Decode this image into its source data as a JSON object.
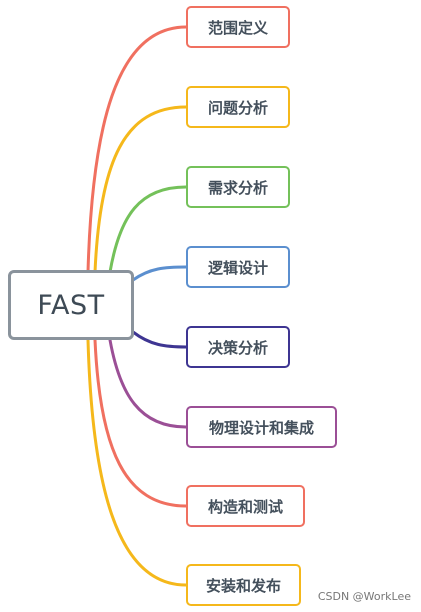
{
  "root": {
    "label": "FAST"
  },
  "branches": [
    {
      "label": "范围定义",
      "color": "#f07060"
    },
    {
      "label": "问题分析",
      "color": "#f5b81b"
    },
    {
      "label": "需求分析",
      "color": "#74c15a"
    },
    {
      "label": "逻辑设计",
      "color": "#5b8fcf"
    },
    {
      "label": "决策分析",
      "color": "#3e3592"
    },
    {
      "label": "物理设计和集成",
      "color": "#9b4f96"
    },
    {
      "label": "构造和测试",
      "color": "#f07060"
    },
    {
      "label": "安装和发布",
      "color": "#f5b81b"
    }
  ],
  "watermark": "CSDN @WorkLee"
}
